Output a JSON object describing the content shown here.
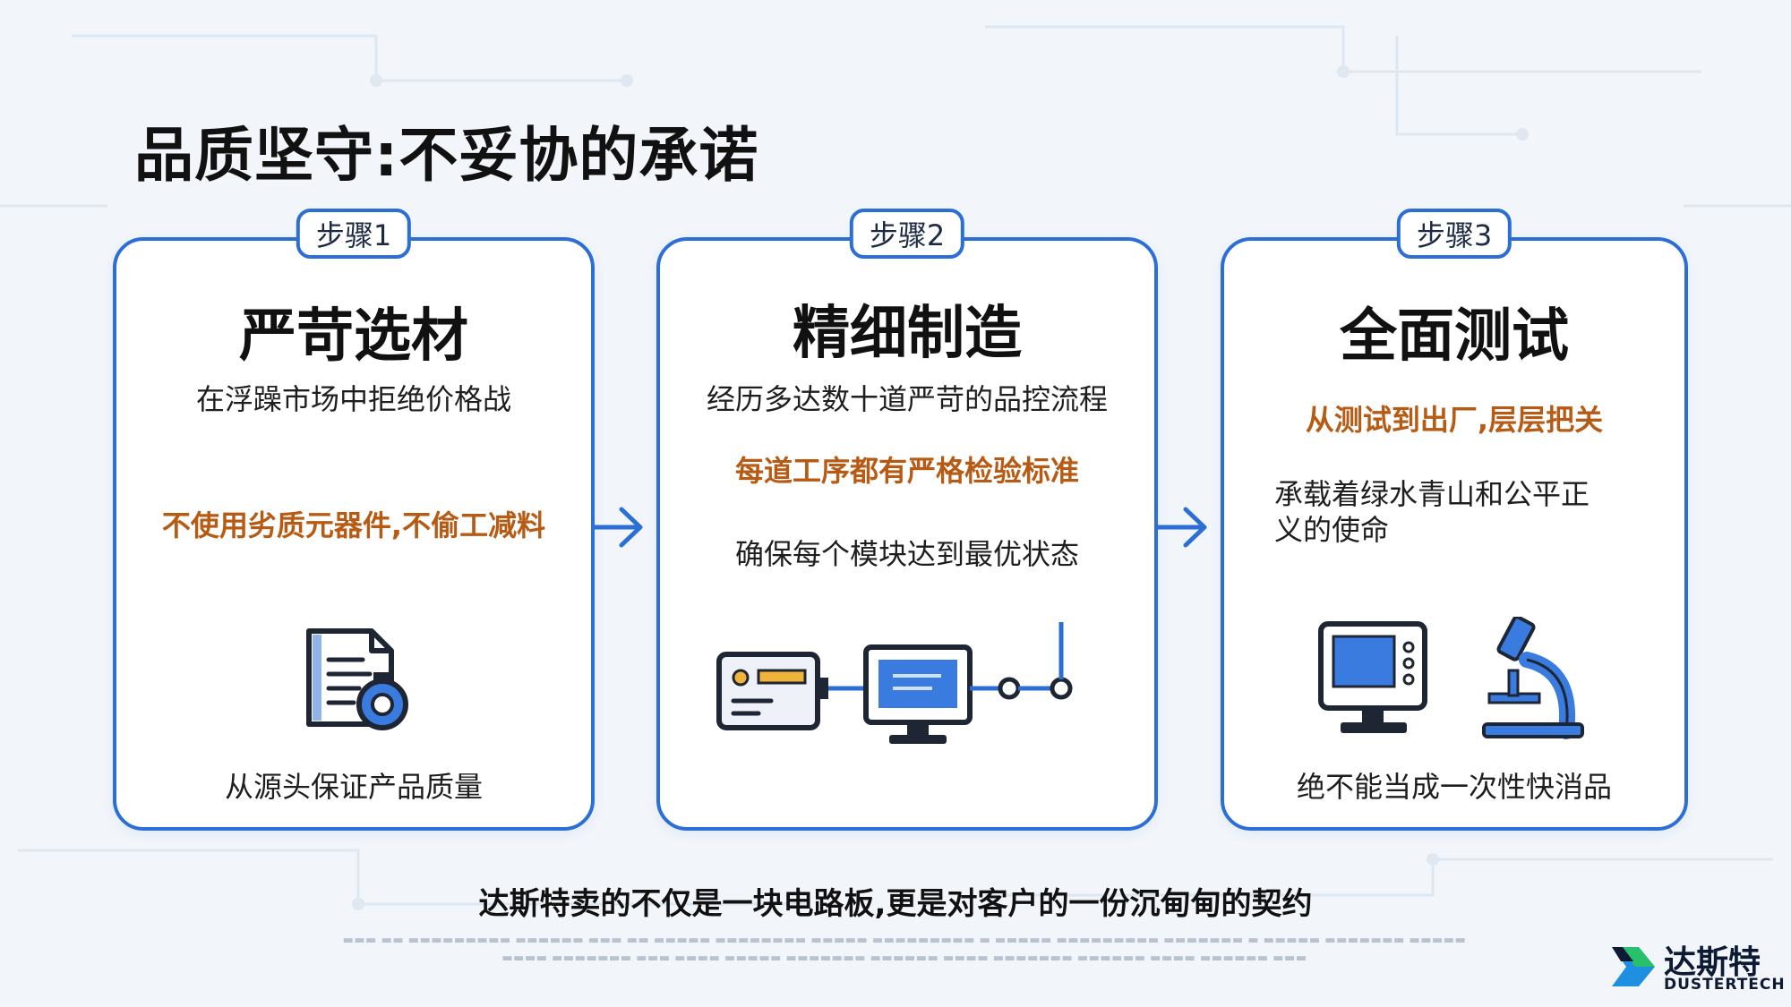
{
  "title": "品质坚守:不妥协的承诺",
  "steps": [
    {
      "tag": "步骤1",
      "title": "严苛选材",
      "line1": "在浮躁市场中拒绝价格战",
      "highlight": "不使用劣质元器件,不偷工减料",
      "footer": "从源头保证产品质量",
      "icon": "document-certificate-icon"
    },
    {
      "tag": "步骤2",
      "title": "精细制造",
      "line1": "经历多达数十道严苛的品控流程",
      "highlight": "每道工序都有严格检验标准",
      "line2": "确保每个模块达到最优状态",
      "icon": "device-monitor-circuit-icon"
    },
    {
      "tag": "步骤3",
      "title": "全面测试",
      "highlight": "从测试到出厂,层层把关",
      "line1": "承载着绿水青山和公平正",
      "line1b": "义的使命",
      "footer": "绝不能当成一次性快消品",
      "icon": "monitor-microscope-icon"
    }
  ],
  "bottom_line": "达斯特卖的不仅是一块电路板,更是对客户的一份沉甸甸的契约",
  "logo": {
    "name": "达斯特",
    "sub": "DUSTERTECH"
  },
  "colors": {
    "accent": "#2b6fd6",
    "highlight": "#b75b14",
    "icon_blue": "#3a7be0"
  }
}
